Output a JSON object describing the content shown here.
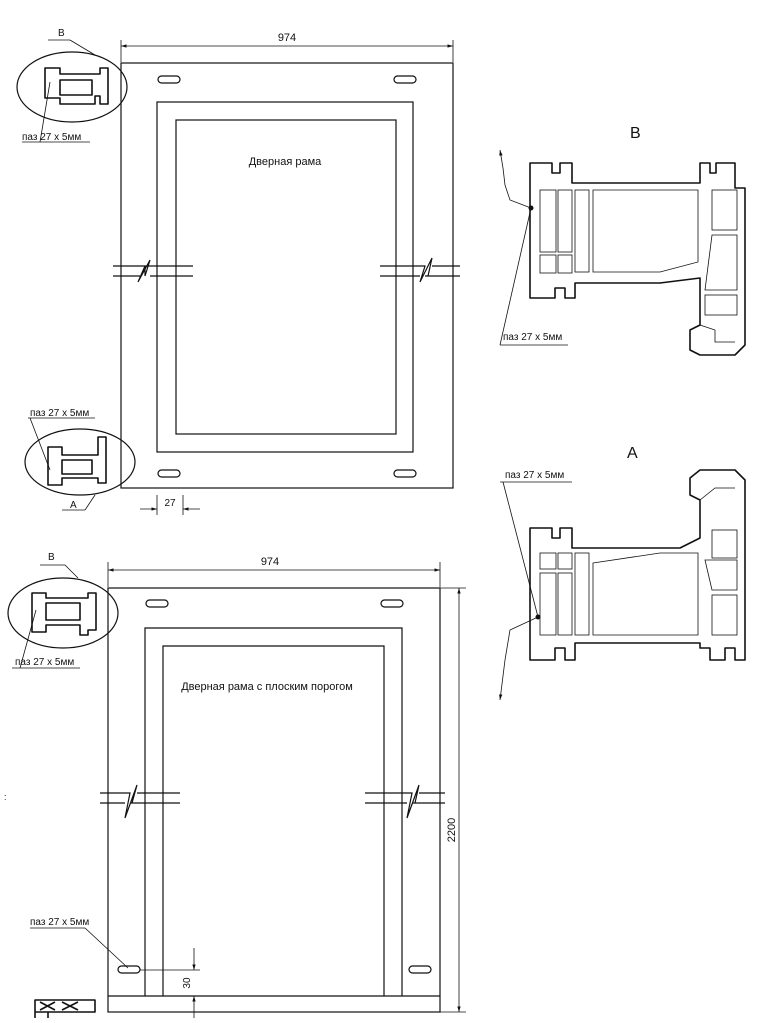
{
  "drawing_1": {
    "width_label": "974",
    "title": "Дверная рама",
    "offset_label": "27",
    "callout_top": {
      "letter": "B",
      "groove": "паз 27 х 5мм"
    },
    "callout_bottom": {
      "letter": "A",
      "groove": "паз 27 х 5мм"
    }
  },
  "drawing_2": {
    "width_label": "974",
    "height_label": "2200",
    "title": "Дверная рама с плоским порогом",
    "threshold_label": "30",
    "callout_top": {
      "letter": "B",
      "groove": "паз 27 х 5мм"
    },
    "groove_label": "паз 27 х 5мм"
  },
  "detail_B": {
    "letter": "B",
    "groove": "паз 27 х 5мм"
  },
  "detail_A": {
    "letter": "A",
    "groove": "паз 27 х 5мм"
  }
}
